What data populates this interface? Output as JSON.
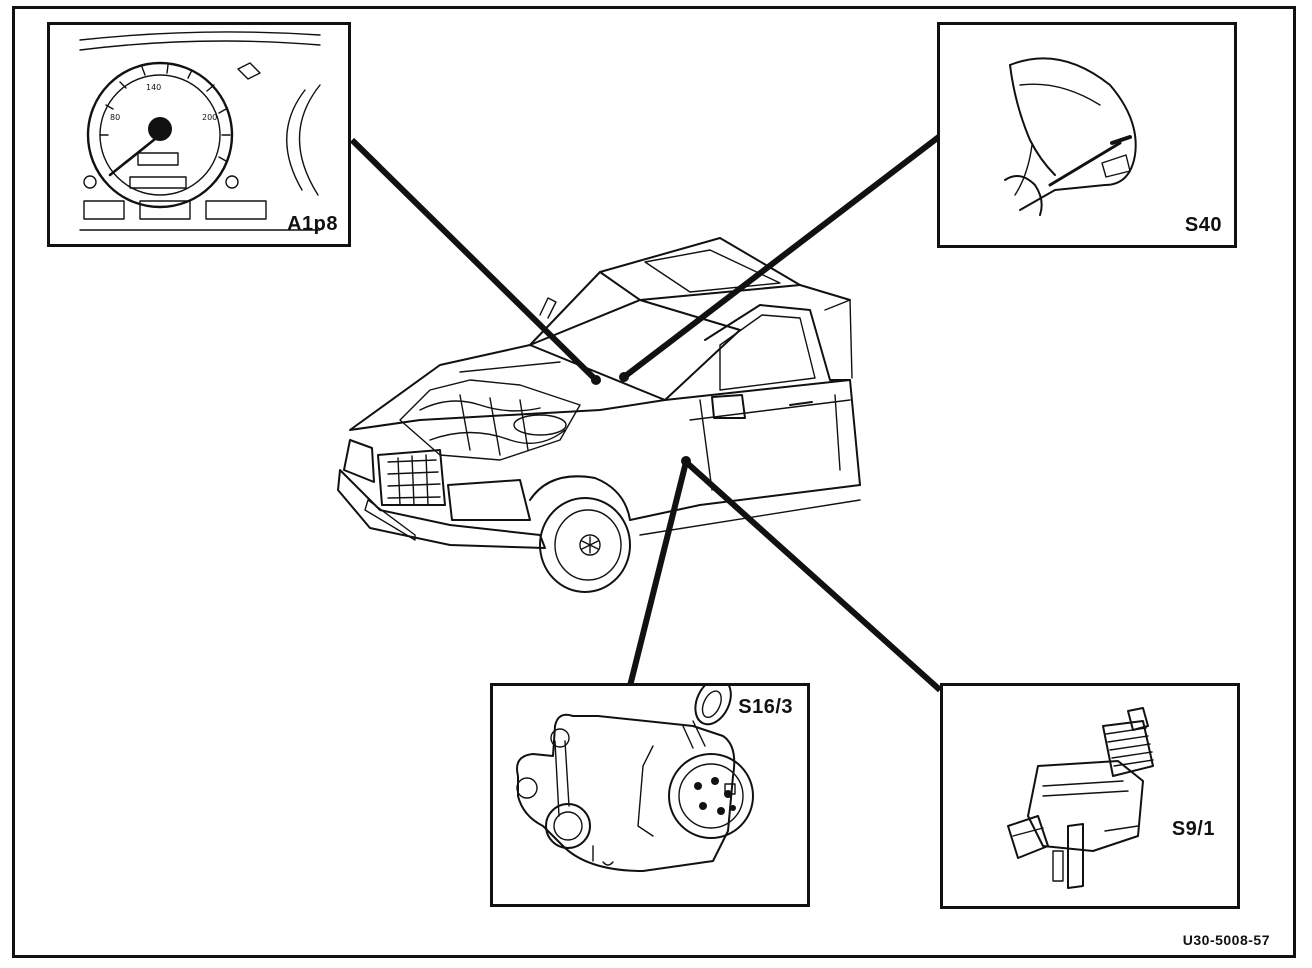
{
  "figure_id": "U30-5008-57",
  "components": [
    {
      "key": "instrument_cluster",
      "label": "A1p8"
    },
    {
      "key": "steering_wheel",
      "label": "S40"
    },
    {
      "key": "selector_lever_switch",
      "label": "S16/3"
    },
    {
      "key": "stop_lamp_switch",
      "label": "S9/1"
    }
  ]
}
